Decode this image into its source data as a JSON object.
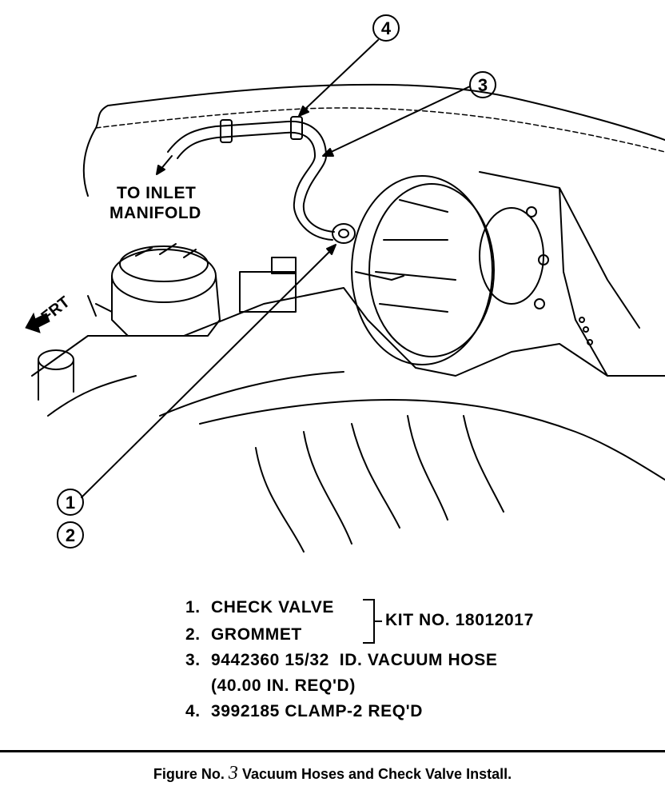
{
  "diagram": {
    "callouts": [
      "1",
      "2",
      "3",
      "4"
    ],
    "labels": {
      "inlet_line1": "TO INLET",
      "inlet_line2": "MANIFOLD",
      "front": "FRT"
    }
  },
  "legend": {
    "items": [
      {
        "num": "1.",
        "text": "CHECK VALVE"
      },
      {
        "num": "2.",
        "text": "GROMMET"
      },
      {
        "num": "3.",
        "text": "9442360 15/32  ID. VACUUM HOSE"
      },
      {
        "num": "",
        "text": "(40.00 IN. REQ'D)"
      },
      {
        "num": "4.",
        "text": "3992185 CLAMP-2 REQ'D"
      }
    ],
    "kit": "KIT NO. 18012017"
  },
  "caption": {
    "prefix": "Figure No.",
    "number": "3",
    "title": "Vacuum Hoses and Check Valve Install."
  }
}
